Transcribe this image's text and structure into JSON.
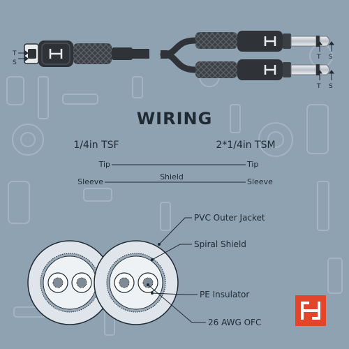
{
  "connectors": {
    "left_tip": "T",
    "left_sleeve": "S",
    "right_top_tip": "T",
    "right_top_sleeve": "S",
    "right_bottom_tip": "T",
    "right_bottom_sleeve": "S"
  },
  "wiring": {
    "title": "WIRING",
    "left_header": "1/4in TSF",
    "right_header": "2*1/4in TSM",
    "tip_left": "Tip",
    "tip_right": "Tip",
    "sleeve_left": "Sleeve",
    "sleeve_right": "Sleeve",
    "shield": "Shield"
  },
  "cross_section": {
    "labels": {
      "jacket": "PVC Outer Jacket",
      "shield": "Spiral Shield",
      "insulator": "PE Insulator",
      "conductor": "26 AWG OFC"
    }
  },
  "colors": {
    "background": "#8fa2b2",
    "pattern": "#a3b4c2",
    "cable": "#2f3337",
    "text": "#1f2a33",
    "logo": "#e2452a"
  }
}
